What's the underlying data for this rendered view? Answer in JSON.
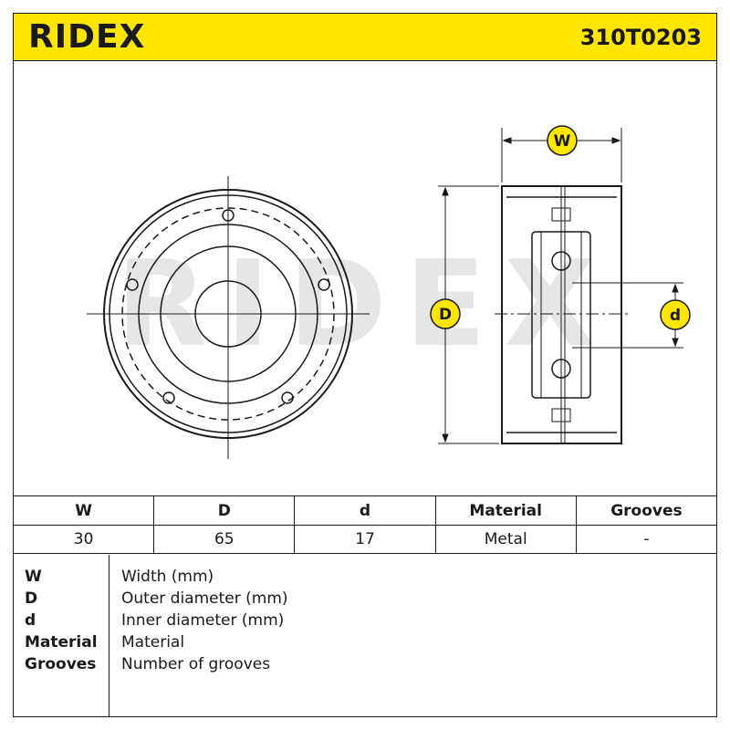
{
  "header": {
    "brand": "RIDEX",
    "part_number": "310T0203"
  },
  "drawing": {
    "watermark": "RIDEX",
    "labels": {
      "width": "W",
      "outer_diameter": "D",
      "inner_diameter": "d"
    },
    "colors": {
      "accent": "#ffe600",
      "line": "#1a1a1a",
      "watermark": "#e6e6e6"
    }
  },
  "specs": {
    "headers": [
      "W",
      "D",
      "d",
      "Material",
      "Grooves"
    ],
    "values": [
      "30",
      "65",
      "17",
      "Metal",
      "-"
    ]
  },
  "legend": [
    {
      "key": "W",
      "desc": "Width (mm)"
    },
    {
      "key": "D",
      "desc": "Outer diameter (mm)"
    },
    {
      "key": "d",
      "desc": "Inner diameter (mm)"
    },
    {
      "key": "Material",
      "desc": "Material"
    },
    {
      "key": "Grooves",
      "desc": "Number of grooves"
    }
  ]
}
